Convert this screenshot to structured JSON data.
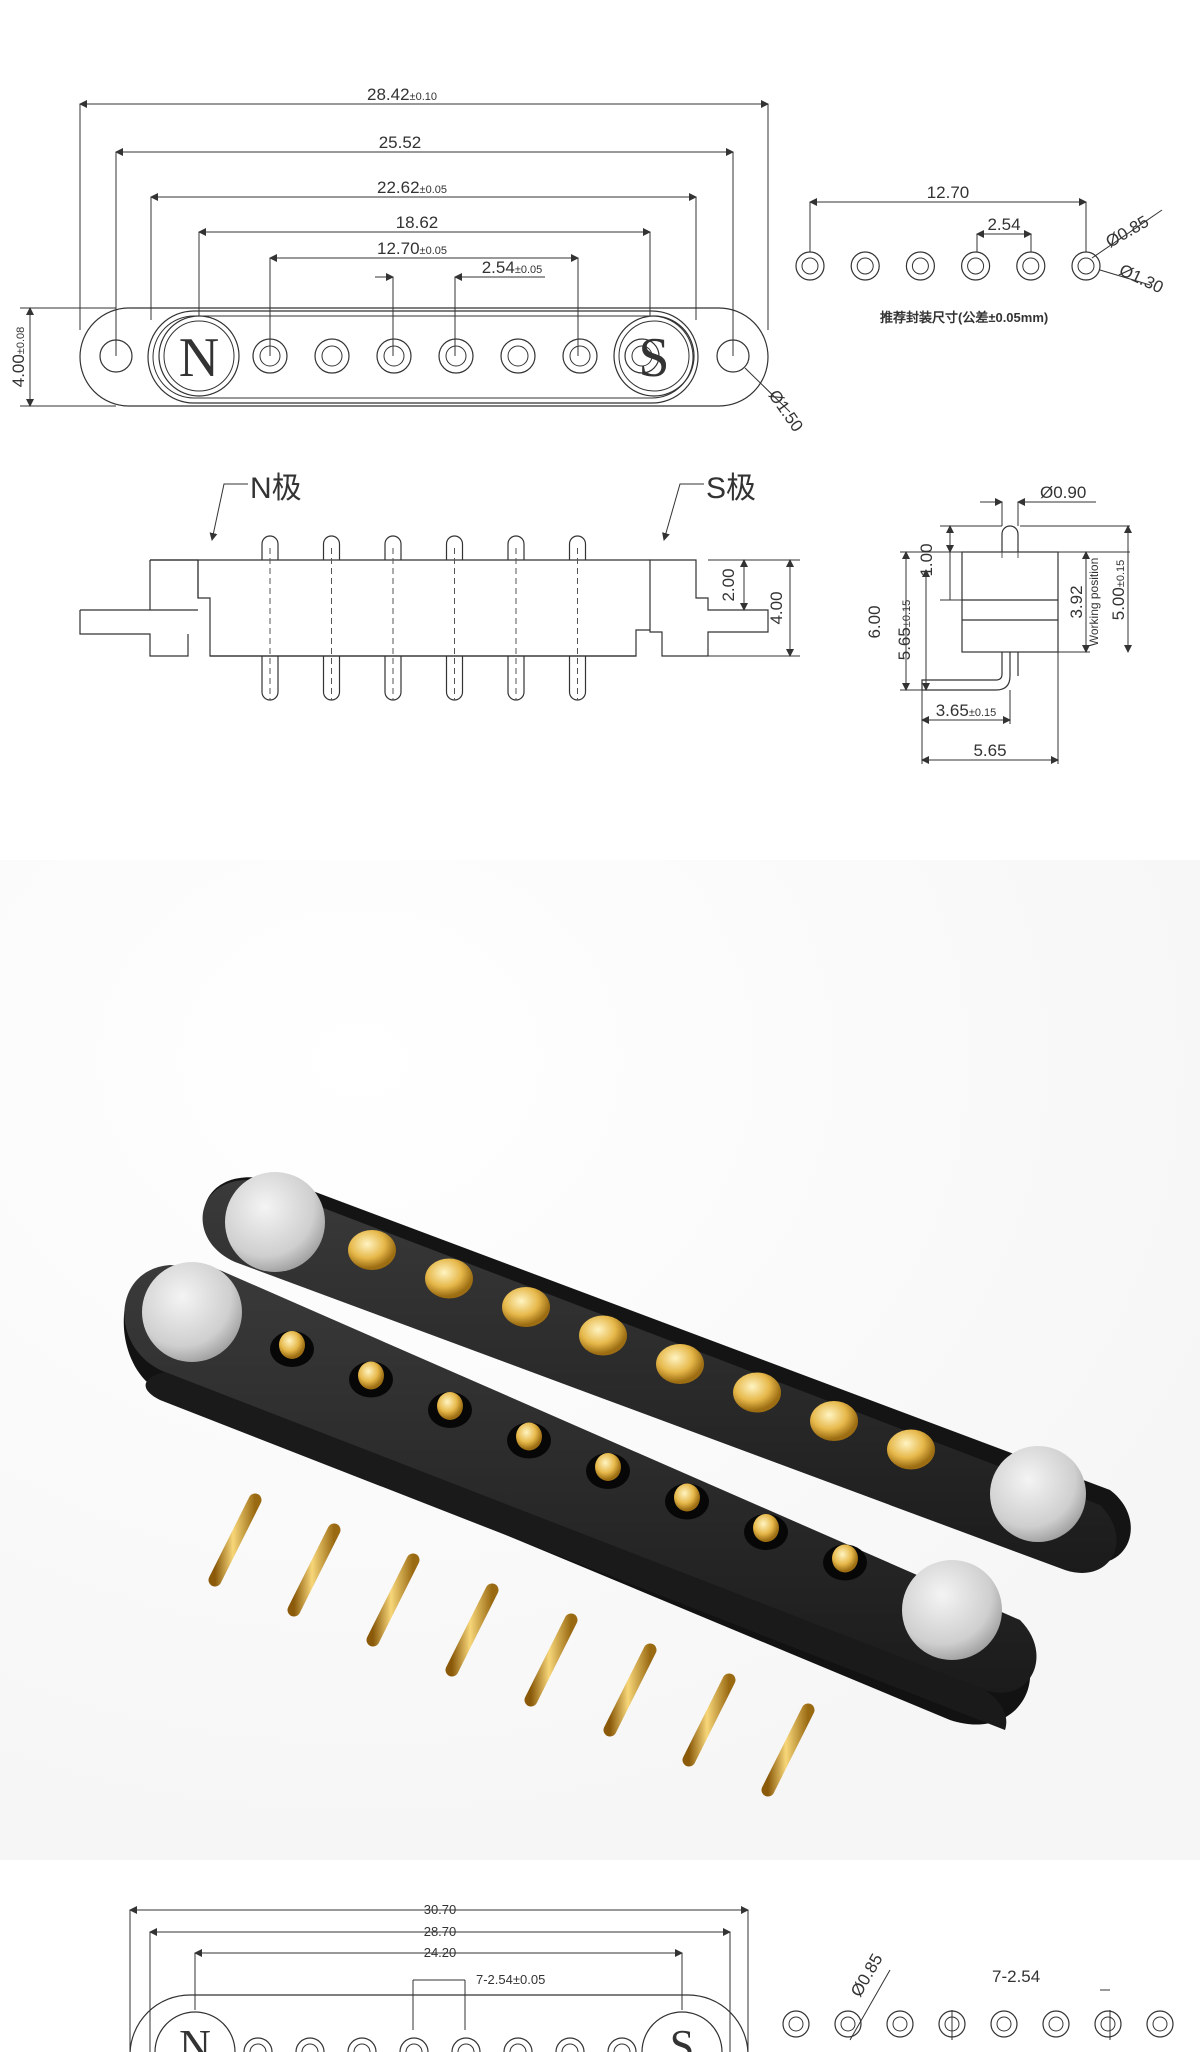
{
  "top_drawing": {
    "dim_overall": "28.42",
    "dim_overall_tol": "±0.10",
    "dim_holes": "25.52",
    "dim_body": "22.62",
    "dim_body_tol": "±0.05",
    "dim_magnets": "18.62",
    "dim_pins": "12.70",
    "dim_pins_tol": "±0.05",
    "dim_pitch": "2.54",
    "dim_pitch_tol": "±0.05",
    "dim_height": "4.00",
    "dim_height_tol": "±0.08",
    "dim_hole_dia": "Ø1.50",
    "magnet_n": "N",
    "magnet_s": "S"
  },
  "footprint": {
    "dim_span": "12.70",
    "dim_pitch": "2.54",
    "dim_drill": "Ø0.85",
    "dim_pad": "Ø1.30",
    "caption": "推荐封装尺寸(公差±0.05mm)"
  },
  "side_view": {
    "label_n": "N极",
    "label_s": "S极",
    "dim_step": "2.00",
    "dim_height": "4.00"
  },
  "end_view": {
    "dim_pin_dia": "Ø0.90",
    "dim_tip": "1.00",
    "dim_total": "6.00",
    "dim_body": "5.65",
    "dim_body_tol": "±0.15",
    "dim_work": "3.92",
    "working_label": "Working position",
    "dim_stroke": "5.00",
    "dim_stroke_tol": "±0.15",
    "dim_leg": "3.65",
    "dim_leg_tol": "±0.15",
    "dim_width": "5.65"
  },
  "bottom_drawing": {
    "dim_overall": "30.70",
    "dim_holes": "28.70",
    "dim_magnets": "24.20",
    "dim_pitch": "7-2.54±0.05",
    "magnet_n": "N",
    "magnet_s": "S",
    "fp_pitch": "7-2.54",
    "fp_drill": "Ø0.85"
  }
}
